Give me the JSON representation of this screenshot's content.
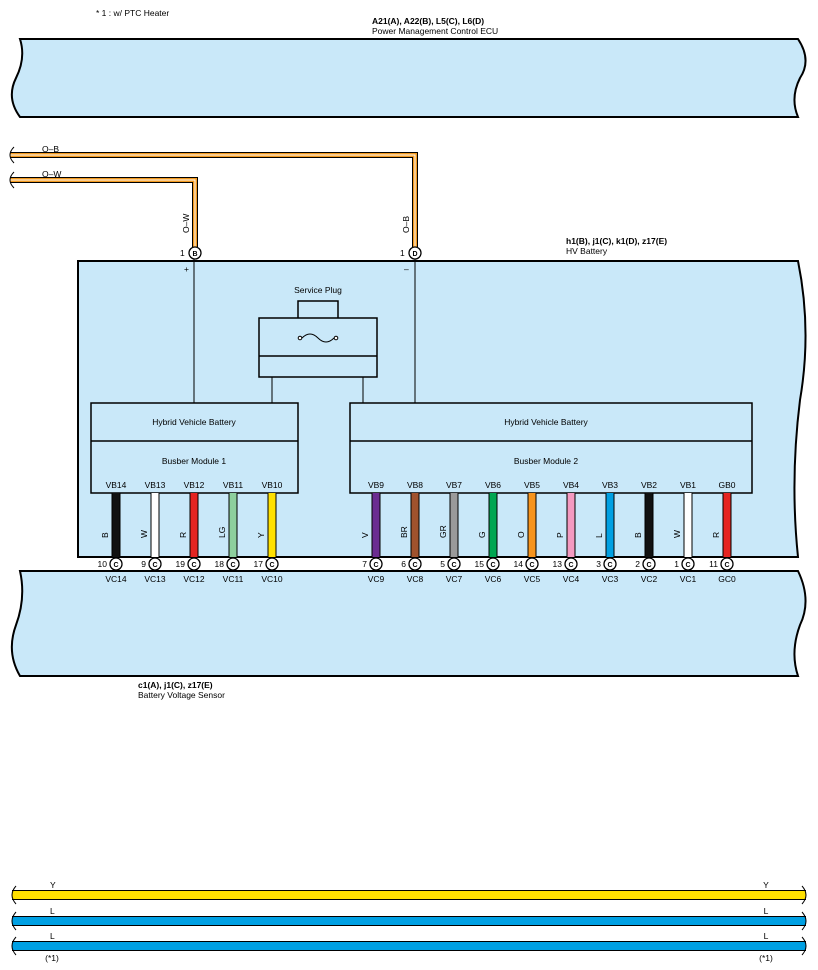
{
  "note": "* 1 : w/ PTC Heater",
  "ecu": {
    "codes": "A21(A), A22(B), L5(C), L6(D)",
    "name": "Power Management Control ECU"
  },
  "hv_battery": {
    "codes": "h1(B), j1(C), k1(D), z17(E)",
    "name": "HV Battery"
  },
  "sensor": {
    "codes": "c1(A), j1(C), z17(E)",
    "name": "Battery Voltage Sensor"
  },
  "service_plug": "Service Plug",
  "module1": {
    "title": "Hybrid Vehicle Battery",
    "sub": "Busber Module 1"
  },
  "module2": {
    "title": "Hybrid Vehicle Battery",
    "sub": "Busber Module 2"
  },
  "top_wires": [
    {
      "label": "O–B",
      "color": "#f39a1f",
      "pin": "1",
      "conn": "D",
      "polarity": "–"
    },
    {
      "label": "O–W",
      "color": "#f39a1f",
      "pin": "1",
      "conn": "B",
      "polarity": "+"
    }
  ],
  "signals": [
    {
      "vb": "VB14",
      "color_code": "B",
      "color": "#111111",
      "pin": "10",
      "conn": "C",
      "vc": "VC14"
    },
    {
      "vb": "VB13",
      "color_code": "W",
      "color": "#ffffff",
      "pin": "9",
      "conn": "C",
      "vc": "VC13"
    },
    {
      "vb": "VB12",
      "color_code": "R",
      "color": "#e52421",
      "pin": "19",
      "conn": "C",
      "vc": "VC12"
    },
    {
      "vb": "VB11",
      "color_code": "LG",
      "color": "#8dcf9d",
      "pin": "18",
      "conn": "C",
      "vc": "VC11"
    },
    {
      "vb": "VB10",
      "color_code": "Y",
      "color": "#ffe000",
      "pin": "17",
      "conn": "C",
      "vc": "VC10"
    },
    {
      "vb": "VB9",
      "color_code": "V",
      "color": "#6b2c91",
      "pin": "7",
      "conn": "C",
      "vc": "VC9"
    },
    {
      "vb": "VB8",
      "color_code": "BR",
      "color": "#a0522d",
      "pin": "6",
      "conn": "C",
      "vc": "VC8"
    },
    {
      "vb": "VB7",
      "color_code": "GR",
      "color": "#9a9a9a",
      "pin": "5",
      "conn": "C",
      "vc": "VC7"
    },
    {
      "vb": "VB6",
      "color_code": "G",
      "color": "#00a651",
      "pin": "15",
      "conn": "C",
      "vc": "VC6"
    },
    {
      "vb": "VB5",
      "color_code": "O",
      "color": "#f7941d",
      "pin": "14",
      "conn": "C",
      "vc": "VC5"
    },
    {
      "vb": "VB4",
      "color_code": "P",
      "color": "#f49ac1",
      "pin": "13",
      "conn": "C",
      "vc": "VC4"
    },
    {
      "vb": "VB3",
      "color_code": "L",
      "color": "#00a0e3",
      "pin": "3",
      "conn": "C",
      "vc": "VC3"
    },
    {
      "vb": "VB2",
      "color_code": "B",
      "color": "#111111",
      "pin": "2",
      "conn": "C",
      "vc": "VC2"
    },
    {
      "vb": "VB1",
      "color_code": "W",
      "color": "#ffffff",
      "pin": "1",
      "conn": "C",
      "vc": "VC1"
    },
    {
      "vb": "GB0",
      "color_code": "R",
      "color": "#e52421",
      "pin": "11",
      "conn": "C",
      "vc": "GC0"
    }
  ],
  "bottom_wires": [
    {
      "label": "Y",
      "color": "#ffe000",
      "note": ""
    },
    {
      "label": "L",
      "color": "#00a0e3",
      "note": ""
    },
    {
      "label": "L",
      "color": "#00a0e3",
      "note": "(*1)"
    }
  ]
}
